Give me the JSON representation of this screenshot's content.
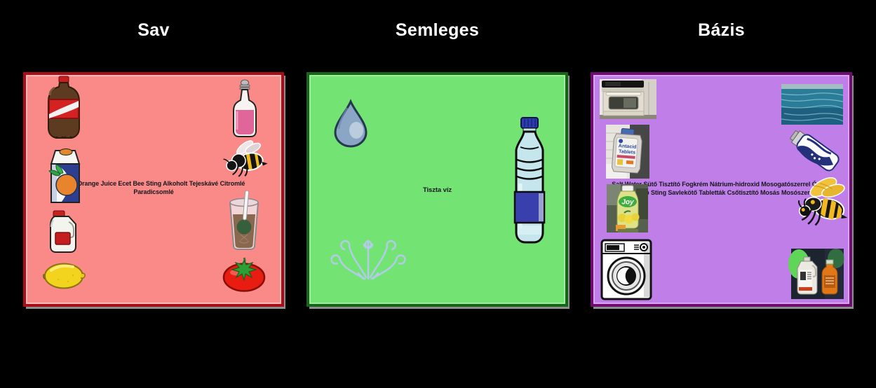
{
  "colors": {
    "page_bg": "#000000",
    "title_text": "#ffffff",
    "label_text": "#16161e",
    "sav_bg": "#f98a87",
    "sav_border": "#a90e16",
    "sav_inner": "#f5bcbc",
    "semleges_bg": "#73e473",
    "semleges_border": "#186418",
    "semleges_inner": "#9fee9f",
    "bazis_bg": "#c07fe8",
    "bazis_border": "#6d0c71",
    "bazis_inner": "#dda4f2",
    "panel_shadow": "#8f8f8f"
  },
  "panels": [
    {
      "id": "sav",
      "title": "Sav",
      "label_lines": [
        "Cola Orange Juice Ecet Bee Sting Alkoholt Tejeskávé Citromlé",
        "Paradicsomlé"
      ],
      "items": [
        "cola-bottle-icon",
        "vinegar-bottle-icon",
        "orange-juice-carton-icon",
        "bee-icon",
        "milk-jug-icon",
        "iced-coffee-icon",
        "lemon-icon",
        "tomato-icon"
      ]
    },
    {
      "id": "semleges",
      "title": "Semleges",
      "label_lines": [
        "Tiszta víz"
      ],
      "items": [
        "water-drop-icon",
        "water-bottle-icon",
        "fountain-icon"
      ]
    },
    {
      "id": "bazis",
      "title": "Bázis",
      "label_lines": [
        "Salt Water Sütő Tisztító Fogkrém Nátrium-hidroxid Mosogatószerrel Óceán",
        "Wasp Sting Savlekötő Tabletták Csőtisztító Mosás Mosószer"
      ],
      "items": [
        "oven-photo",
        "ocean-photo",
        "antacid-tablets-photo",
        "toothpaste-icon",
        "dish-soap-photo",
        "wasp-icon",
        "washing-machine-icon",
        "drain-cleaner-photo"
      ],
      "photo_labels": {
        "antacid_line1": "Antacid",
        "antacid_line2": "Tablets",
        "joy": "Joy"
      }
    }
  ]
}
